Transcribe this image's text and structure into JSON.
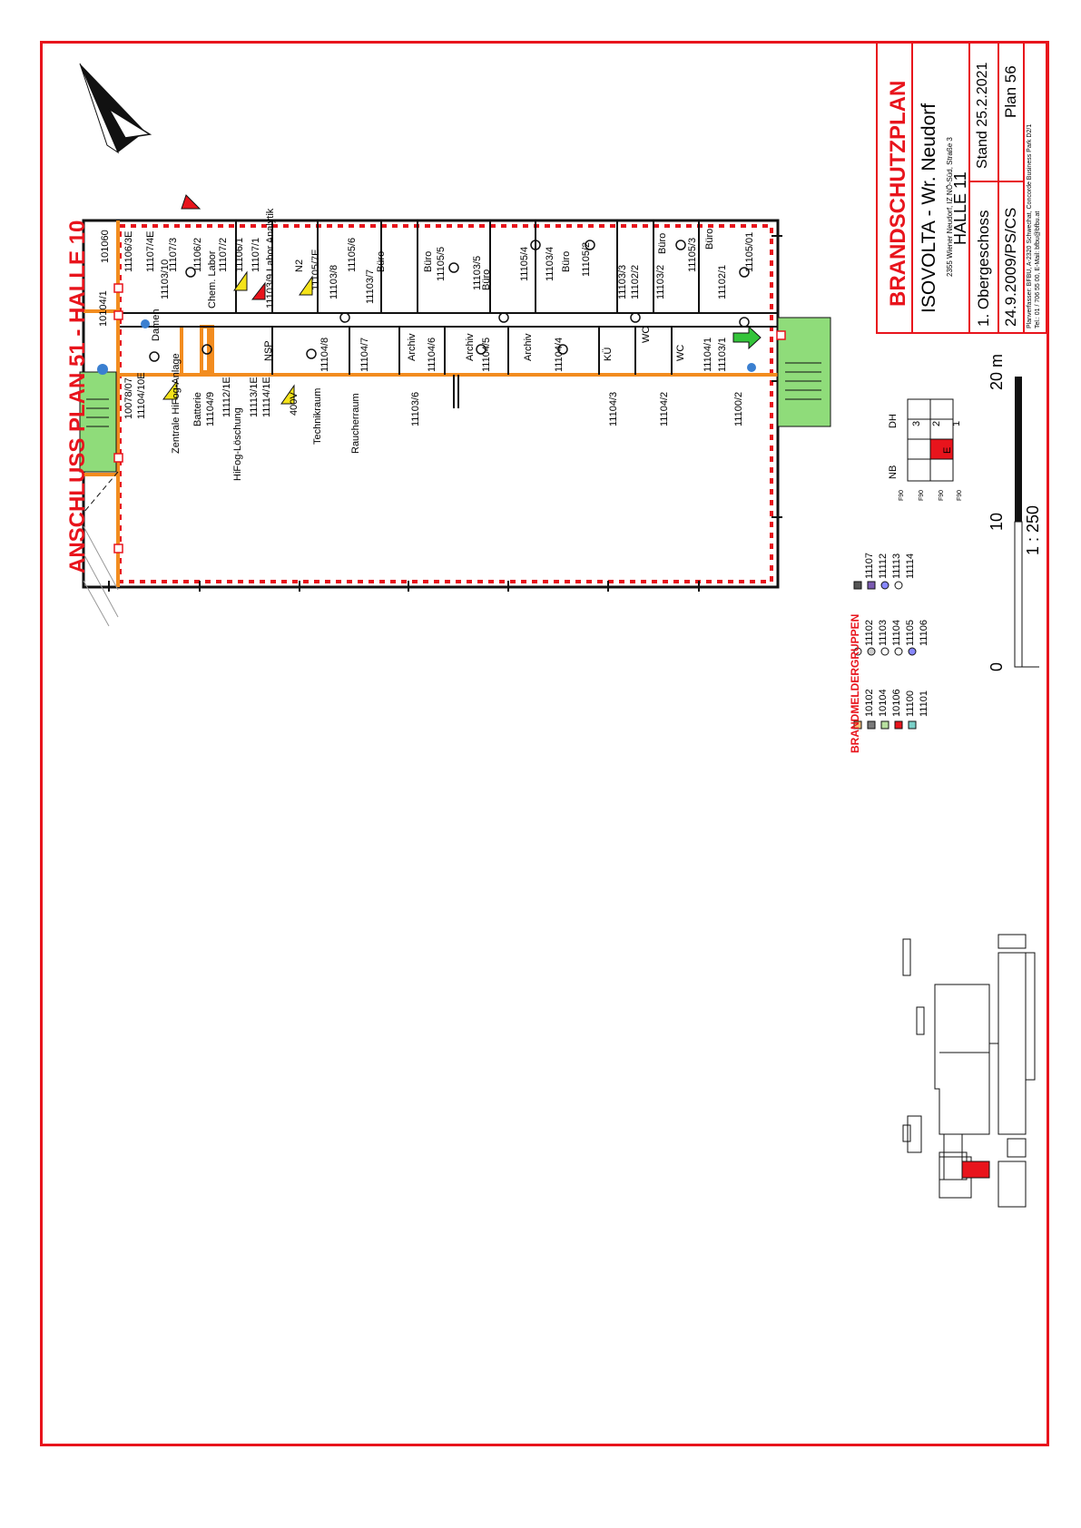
{
  "header": {
    "anschluss": "ANSCHLUSS  PLAN 51 - HALLE 10"
  },
  "title_block": {
    "plan_type": "BRANDSCHUTZPLAN",
    "company": "ISOVOLTA - Wr. Neudorf",
    "address": "2355 Wiener Neudorf, IZ NÖ-Süd, Straße 3",
    "building": "HALLE 11",
    "floor": "1. Obergeschoss",
    "stand": "Stand 25.2.2021",
    "date_ref": "24.9.2009/PS/CS",
    "plan_no": "Plan 56",
    "planverfasser_1": "Planverfasser: BFBU, A-2320 Schwechat, Concorde Business Park D2/1",
    "planverfasser_2": "Tel.: 01 / 706 55 00, E-Mail: bfbu@bfbu.at"
  },
  "scale": {
    "ticks": [
      "0",
      "10",
      "20 m"
    ],
    "ratio": "1 : 250"
  },
  "floor_legend": {
    "col_nb": "NB",
    "col_dh": "DH",
    "rows": [
      {
        "fire": "F90",
        "dh": "3",
        "highlight": false
      },
      {
        "fire": "F90",
        "dh": "2",
        "highlight": false
      },
      {
        "fire": "F90",
        "dh": "1",
        "highlight": true
      },
      {
        "fire": "F90",
        "dh": "E",
        "highlight": false
      }
    ]
  },
  "brandmelder": {
    "title": "BRANDMELDERGRUPPEN",
    "col1": [
      "10102",
      "10104",
      "10106",
      "11100",
      "11101"
    ],
    "col2": [
      "11102",
      "11103",
      "11104",
      "11105",
      "11106"
    ],
    "col3": [
      "11107",
      "11112",
      "11113",
      "11114"
    ]
  },
  "room_labels": {
    "top_row": [
      "101060",
      "11106/3E",
      "11107/4E",
      "11103/10",
      "11107/3",
      "11106/2",
      "11107/2",
      "11106/1",
      "11107/1",
      "11103/9 Labor Analytik",
      "11105/7E",
      "11103/8",
      "11103/7",
      "11105/6",
      "11105/5",
      "11103/5",
      "11105/4",
      "11103/4",
      "11105/2",
      "11103/3",
      "11102/2",
      "11103/2",
      "11105/3",
      "11102/1",
      "11105/01"
    ],
    "misc": [
      "Chem. Labor",
      "Büro",
      "Büro",
      "Büro",
      "Büro",
      "Büro",
      "Büro",
      "N2",
      "10104/1",
      "10078/07",
      "11104/10E",
      "Zentrale HiFog-Anlage",
      "Batterie",
      "11104/9",
      "11112/1E",
      "HiFog-Löschung",
      "11113/1E",
      "11114/1E",
      "400V",
      "Technikraum",
      "Raucherraum",
      "11104/8",
      "11104/7",
      "11104/6",
      "11103/6",
      "11104/5",
      "11104/4",
      "11104/3",
      "11104/2",
      "11104/1",
      "11103/1",
      "11100/2",
      "NSP",
      "Archiv",
      "Archiv",
      "Archiv",
      "WC",
      "WC",
      "KÜ",
      "Damen"
    ]
  },
  "colors": {
    "frame": "#e8141c",
    "wall_orange": "#f28c1f",
    "stair_green": "#8fdc7a",
    "hazard_yellow": "#f5e31a",
    "detector_blue": "#3a7fd0"
  },
  "icons": [
    "north-arrow-icon",
    "smoke-detector-icon",
    "fire-alarm-button-icon",
    "warning-triangle-icon",
    "exit-arrow-icon",
    "stair-icon"
  ]
}
